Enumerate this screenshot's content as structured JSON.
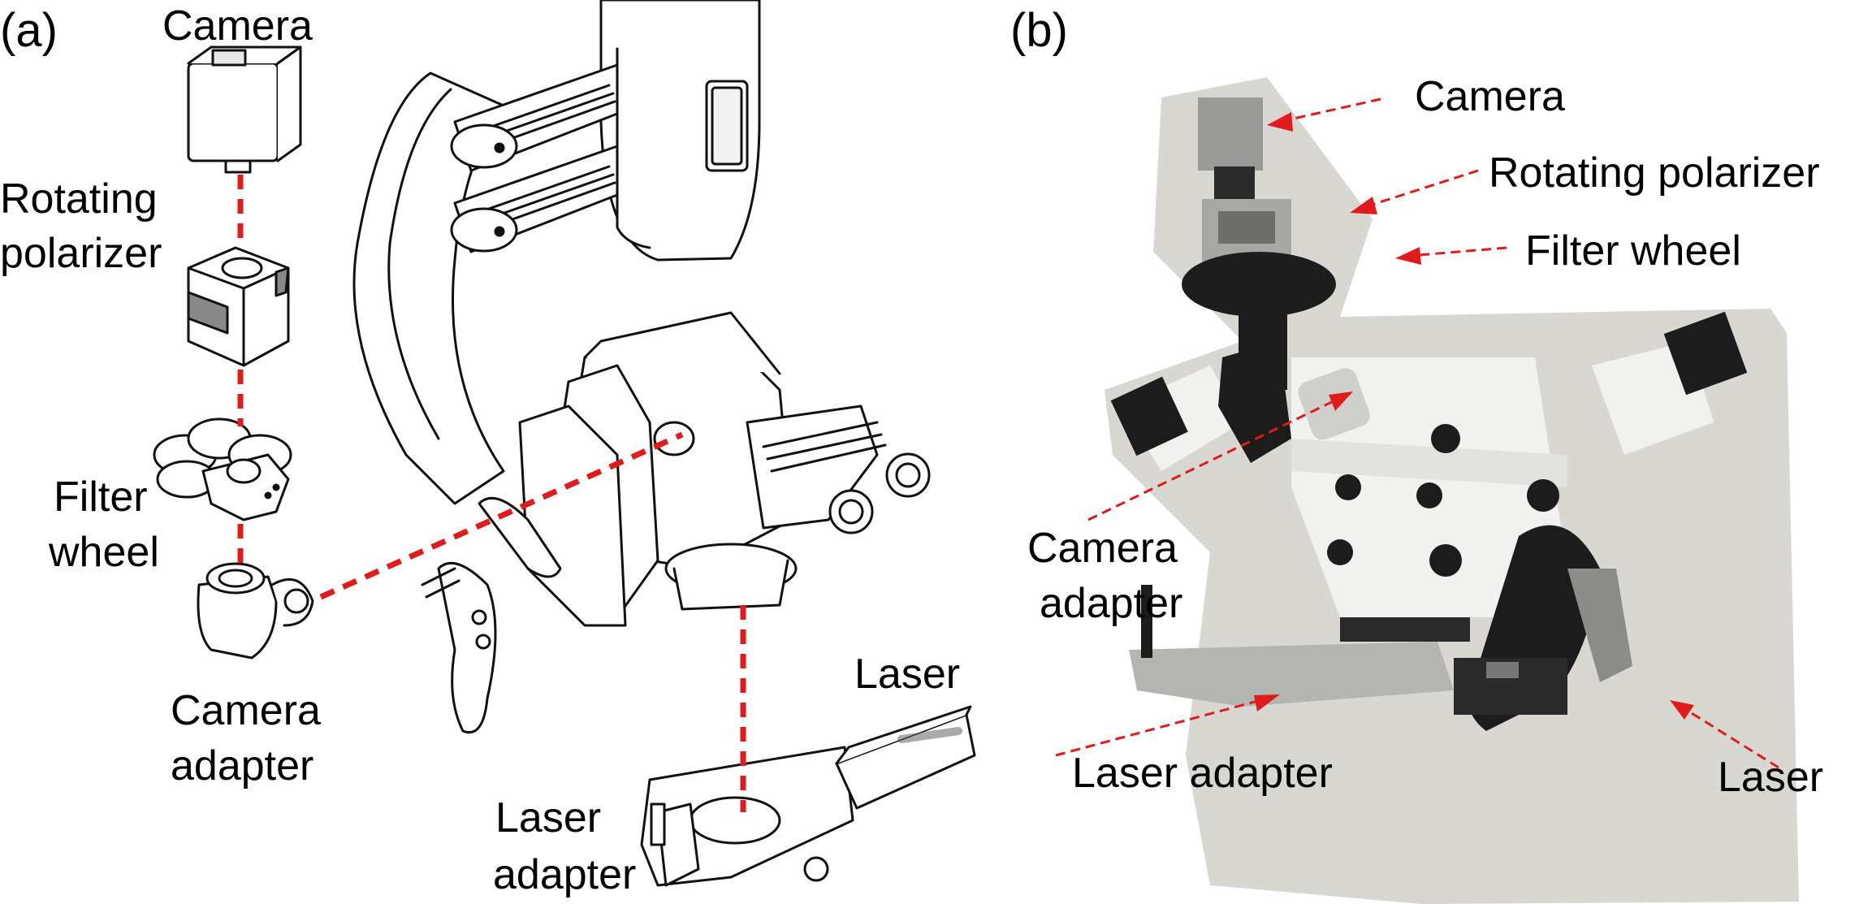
{
  "panel_a": {
    "letter": "(a)",
    "labels": {
      "camera": "Camera",
      "rotating_polarizer_l1": "Rotating",
      "rotating_polarizer_l2": "polarizer",
      "filter_wheel_l1": "Filter",
      "filter_wheel_l2": "wheel",
      "camera_adapter_l1": "Camera",
      "camera_adapter_l2": "adapter",
      "laser": "Laser",
      "laser_adapter_l1": "Laser",
      "laser_adapter_l2": "adapter"
    }
  },
  "panel_b": {
    "letter": "(b)",
    "labels": {
      "camera": "Camera",
      "rotating_polarizer": "Rotating polarizer",
      "filter_wheel": "Filter wheel",
      "camera_adapter_l1": "Camera",
      "camera_adapter_l2": "adapter",
      "laser_adapter": "Laser adapter",
      "laser": "Laser"
    }
  },
  "colors": {
    "arrow_red": "#e11b1b",
    "line_black": "#111111",
    "photo_bg": "#d9d7d2",
    "device_white": "#f1f1ef",
    "device_dark": "#1c1c1c"
  }
}
